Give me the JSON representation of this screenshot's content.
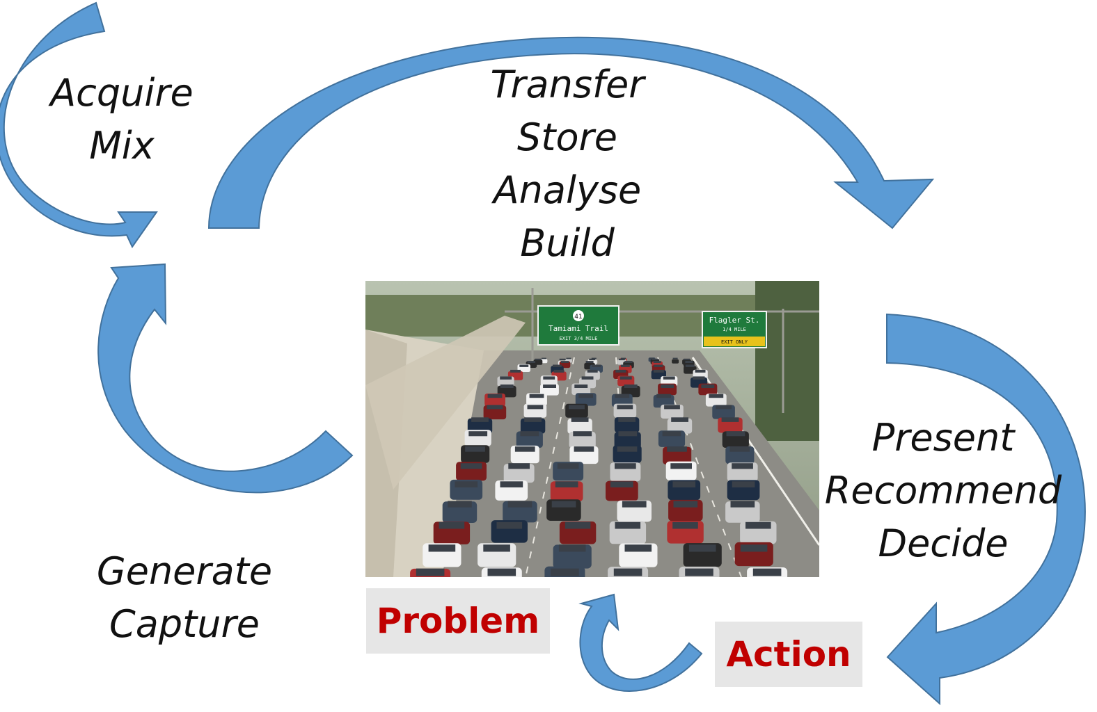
{
  "colors": {
    "arrow_fill": "#5b9bd5",
    "arrow_shadow": "#41719c",
    "tag_bg": "#e6e6e6",
    "tag_text": "#c00000",
    "label_text": "#111111"
  },
  "labels": {
    "acquire_mix": [
      "Acquire",
      "Mix"
    ],
    "transfer_group": [
      "Transfer",
      "Store",
      "Analyse",
      "Build"
    ],
    "present_group": [
      "Present",
      "Recommend",
      "Decide"
    ],
    "generate_group": [
      "Generate",
      "Capture"
    ]
  },
  "tags": {
    "problem": "Problem",
    "action": "Action"
  },
  "photo": {
    "subject": "traffic-jam-highway-photo",
    "signs": {
      "route_number": "41",
      "left_sign_title": "Tamiami Trail",
      "left_sign_sub": "EXIT 3/4 MILE",
      "right_sign_title": "Flagler St.",
      "right_sign_sub": "1/4 MILE",
      "right_sign_bar": "EXIT ONLY"
    }
  }
}
